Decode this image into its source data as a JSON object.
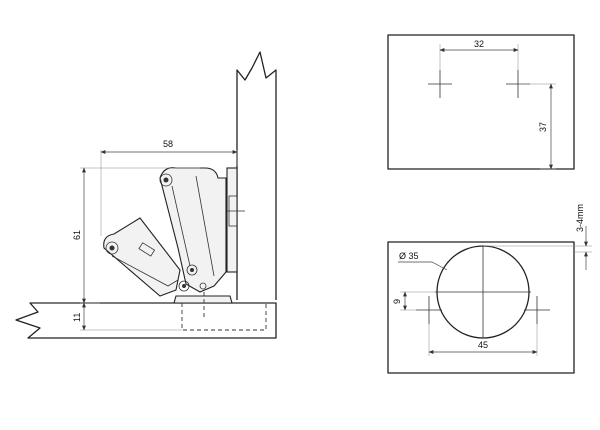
{
  "hinge_side_view": {
    "width_dim": "58",
    "height_dim": "61",
    "cup_depth_dim": "11"
  },
  "drilling_pattern_top": {
    "spacing_dim": "32",
    "vertical_dim": "37"
  },
  "drilling_pattern_bottom": {
    "cup_diameter_label": "Ø 35",
    "offset_dim": "9",
    "screw_spacing_dim": "45",
    "edge_distance_label": "3-4mm"
  }
}
